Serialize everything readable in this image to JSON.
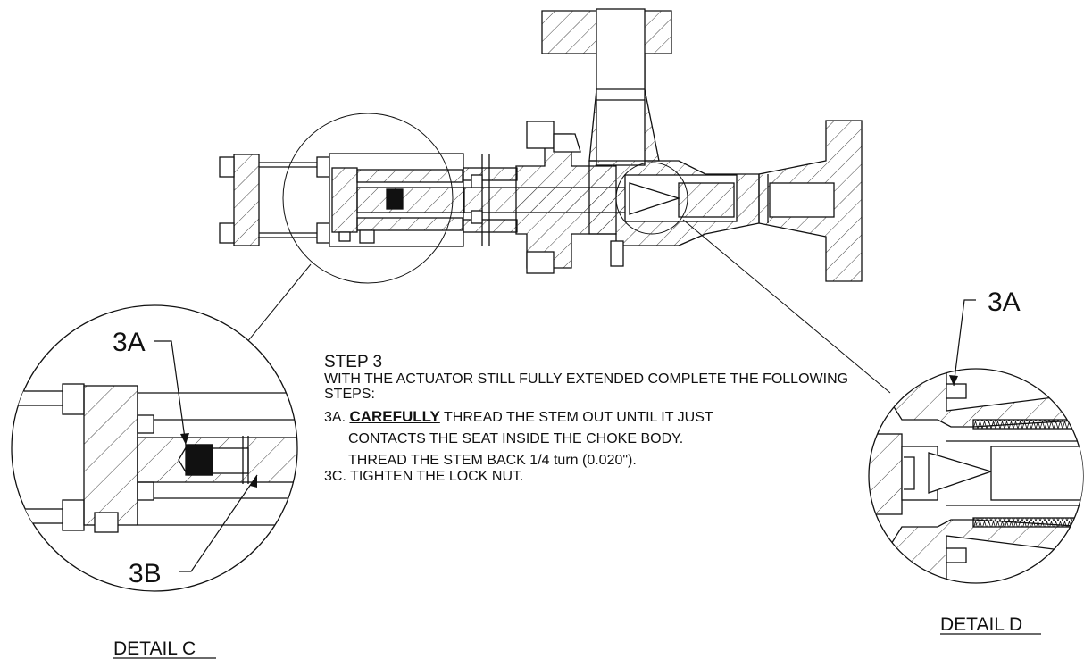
{
  "callouts": {
    "detail_c_top": "3A",
    "detail_c_bottom": "3B",
    "detail_d_top": "3A"
  },
  "detail_titles": {
    "c": "DETAIL C",
    "d": "DETAIL D"
  },
  "instructions": {
    "title": "STEP 3",
    "intro": "WITH THE ACTUATOR STILL FULLY EXTENDED COMPLETE THE FOLLOWING STEPS:",
    "step_3a_prefix": "3A.",
    "step_3a_emphasis": "CAREFULLY",
    "step_3a_rest": "THREAD THE STEM OUT UNTIL IT JUST",
    "step_3a_line2": "CONTACTS THE SEAT INSIDE THE CHOKE BODY.",
    "step_3a_line3": "THREAD THE STEM BACK 1/4 turn (0.020\").",
    "step_3c": "3C.  TIGHTEN THE LOCK NUT."
  },
  "colors": {
    "line": "#111111",
    "hatch": "#444444",
    "fill_dark": "#111111"
  }
}
